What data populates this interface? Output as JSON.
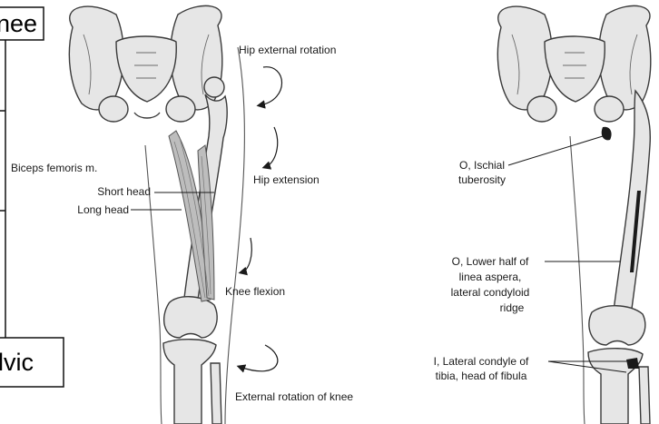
{
  "colors": {
    "bone_fill": "#e6e6e6",
    "bone_stroke": "#3a3a3a",
    "muscle_fill": "#bdbdbd",
    "attachment": "#1a1a1a",
    "text": "#1a1a1a"
  },
  "left_panel": {
    "muscle_label": "Biceps femoris m.",
    "short_head": "Short head",
    "long_head": "Long head",
    "actions": {
      "hip_external_rotation": "Hip external rotation",
      "hip_extension": "Hip extension",
      "knee_flexion": "Knee flexion",
      "external_rotation_knee": "External rotation of knee"
    }
  },
  "right_panel": {
    "origin_ischial": [
      "O, Ischial",
      "tuberosity"
    ],
    "origin_linea": [
      "O, Lower half of",
      "linea aspera,",
      "lateral condyloid",
      "ridge"
    ],
    "insertion": [
      "I, Lateral condyle of",
      "tibia, head of fibula"
    ]
  },
  "edge_boxes": {
    "top_partial": "nee",
    "bottom_partial": "lvic"
  }
}
